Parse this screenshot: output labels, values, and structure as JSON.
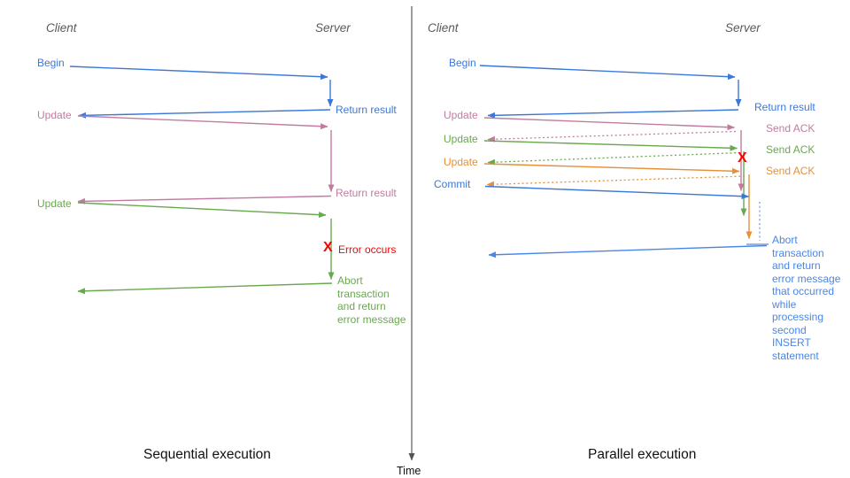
{
  "colors": {
    "blue": "#3c78d8",
    "light_blue": "#4a86e8",
    "dashed_blue": "#6d9eeb",
    "pink": "#c27ba0",
    "green": "#6aa84f",
    "orange": "#e69138",
    "red": "#ff0000",
    "header_gray": "#595959",
    "caption_black": "#111111"
  },
  "time": {
    "label": "Time"
  },
  "left": {
    "title": "Sequential execution",
    "client": "Client",
    "server": "Server",
    "begin": "Begin",
    "return_result1": "Return result",
    "update1": "Update",
    "return_result2": "Return result",
    "update2": "Update",
    "error_x": "X",
    "error": "Error occurs",
    "abort": "Abort\ntransaction\nand return\nerror message"
  },
  "right": {
    "title": "Parallel execution",
    "client": "Client",
    "server": "Server",
    "begin": "Begin",
    "return_result": "Return result",
    "update1": "Update",
    "send_ack1": "Send ACK",
    "update2": "Update",
    "send_ack2": "Send ACK",
    "update3": "Update",
    "send_ack3": "Send ACK",
    "commit": "Commit",
    "error_x": "X",
    "abort": "Abort\ntransaction\nand return\nerror message\nthat occurred\nwhile\nprocessing\nsecond\nINSERT\nstatement"
  }
}
